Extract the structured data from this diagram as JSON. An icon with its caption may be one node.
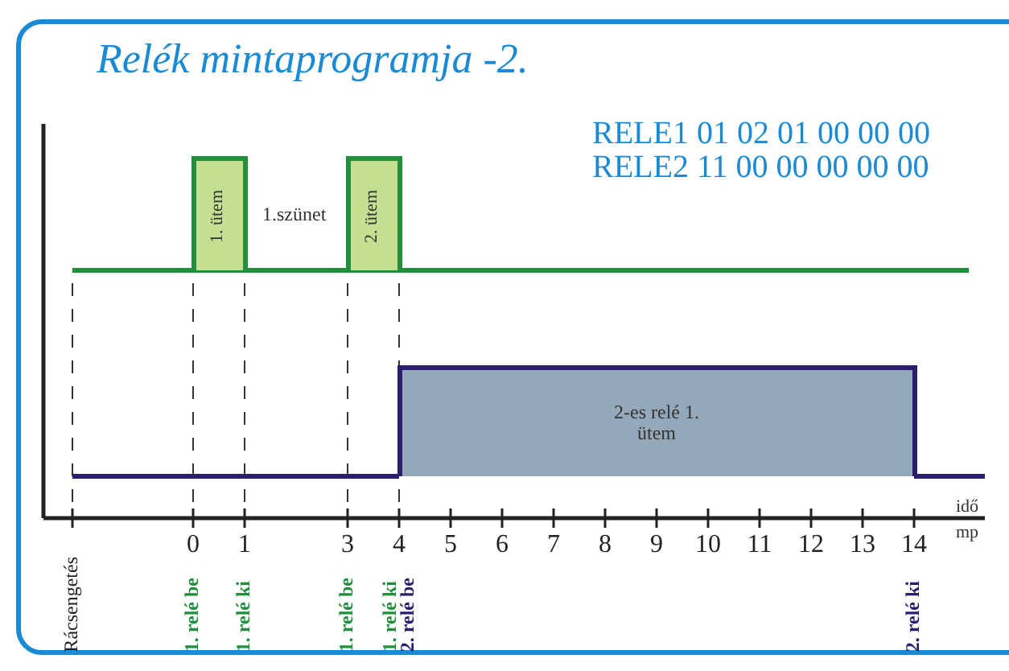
{
  "diagram": {
    "title": "Relék mintaprogramja -2.",
    "nodes": [
      {
        "text": [
          "1. ütem"
        ]
      },
      {
        "text": [
          "2. ütem"
        ]
      },
      {
        "text": [
          "2-es relé 1. ütem"
        ]
      }
    ],
    "edges": [],
    "labels": [
      "RELE1 01 02 01 00 00 00",
      "RELE2 11 00 00 00 00 00",
      "1.szünet",
      "0",
      "1",
      "3",
      "4",
      "5",
      "6",
      "7",
      "8",
      "9",
      "10",
      "11",
      "12",
      "13",
      "14",
      "idő",
      "mp",
      "Rácsengetés",
      "1. relé be",
      "1. relé ki",
      "1. relé be",
      "1. relé ki",
      "2. relé be",
      "2. relé ki"
    ]
  }
}
